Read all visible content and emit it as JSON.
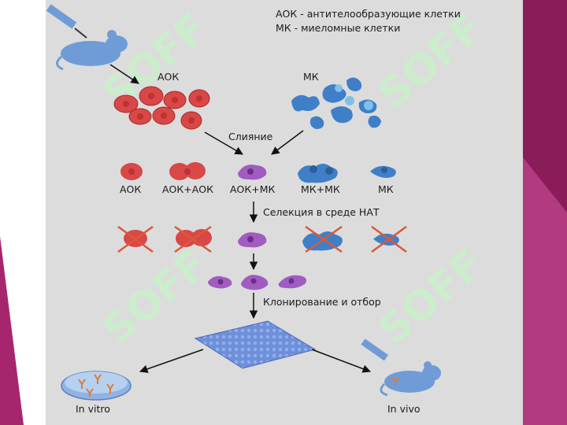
{
  "legend": {
    "line1": "АОК - антителообразующие клетки",
    "line2": "МК - миеломные клетки"
  },
  "labels": {
    "aok_group": "АОК",
    "mk_group": "МК",
    "fusion": "Слияние",
    "products": [
      "АОК",
      "АОК+АОК",
      "АОК+МК",
      "МК+МК",
      "МК"
    ],
    "selection": "Селекция в среде НАТ",
    "cloning": "Клонирование и отбор",
    "in_vitro": "In vitro",
    "in_vivo": "In vivo"
  },
  "watermark": "SOFF",
  "colors": {
    "panel": "#dcdcdc",
    "aok_cell": "#d94747",
    "mk_cell": "#3f7fc8",
    "hybrid_cell": "#a05cc0",
    "cross": "#d9593a",
    "plate": "#6f8fd8",
    "mouse": "#6f9cd6",
    "frame": "#a6266e",
    "watermark": "#c9f0c9"
  }
}
